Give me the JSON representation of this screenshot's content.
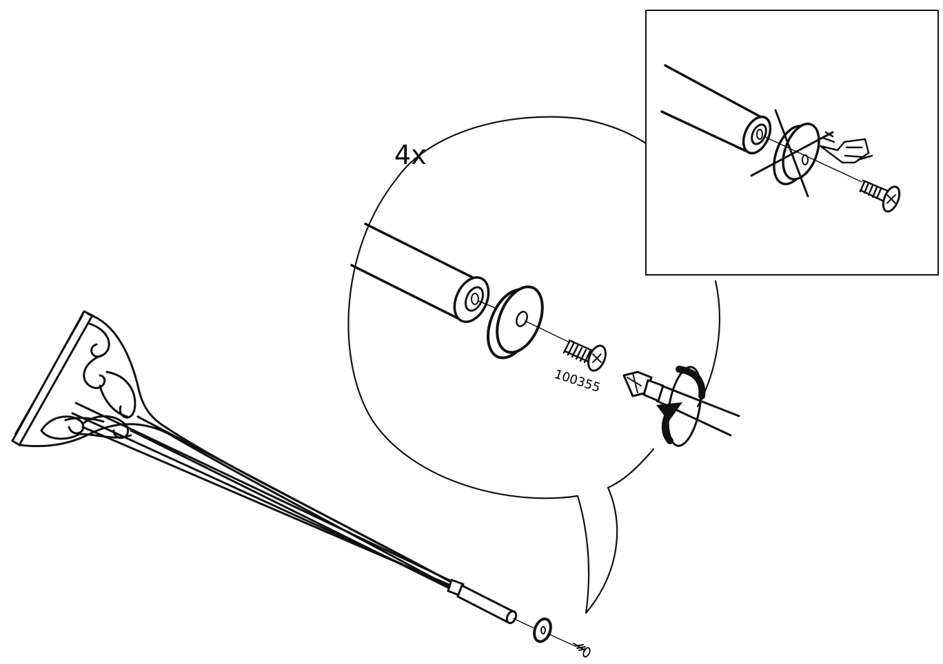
{
  "callout": {
    "quantity_label": "4x",
    "part_number": "100355"
  },
  "icons": {
    "detail_callout": "magnifier-callout-bubble",
    "warning_panel": "crossed-out-washer-warning",
    "hand": "pointing-hand-icon",
    "tool": "phillips-screwdriver-icon",
    "rotation": "clockwise-rotation-arrow-icon"
  },
  "colors": {
    "ink": "#111111",
    "background": "#ffffff"
  }
}
